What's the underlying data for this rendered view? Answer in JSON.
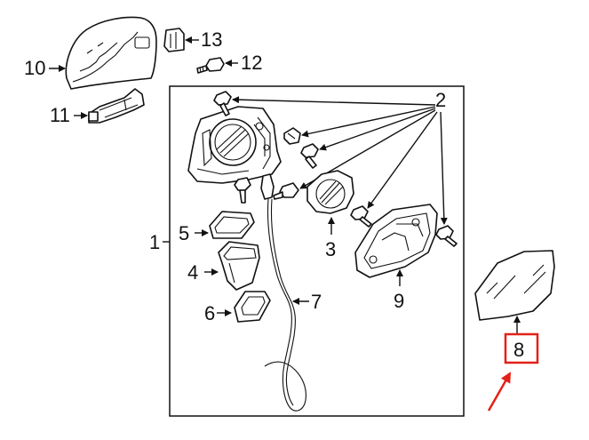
{
  "callouts": {
    "c1": "1",
    "c2": "2",
    "c3": "3",
    "c4": "4",
    "c5": "5",
    "c6": "6",
    "c7": "7",
    "c8": "8",
    "c9": "9",
    "c10": "10",
    "c11": "11",
    "c12": "12",
    "c13": "13"
  },
  "colors": {
    "line": "#111111",
    "highlight": "#e32119",
    "background": "#ffffff"
  }
}
